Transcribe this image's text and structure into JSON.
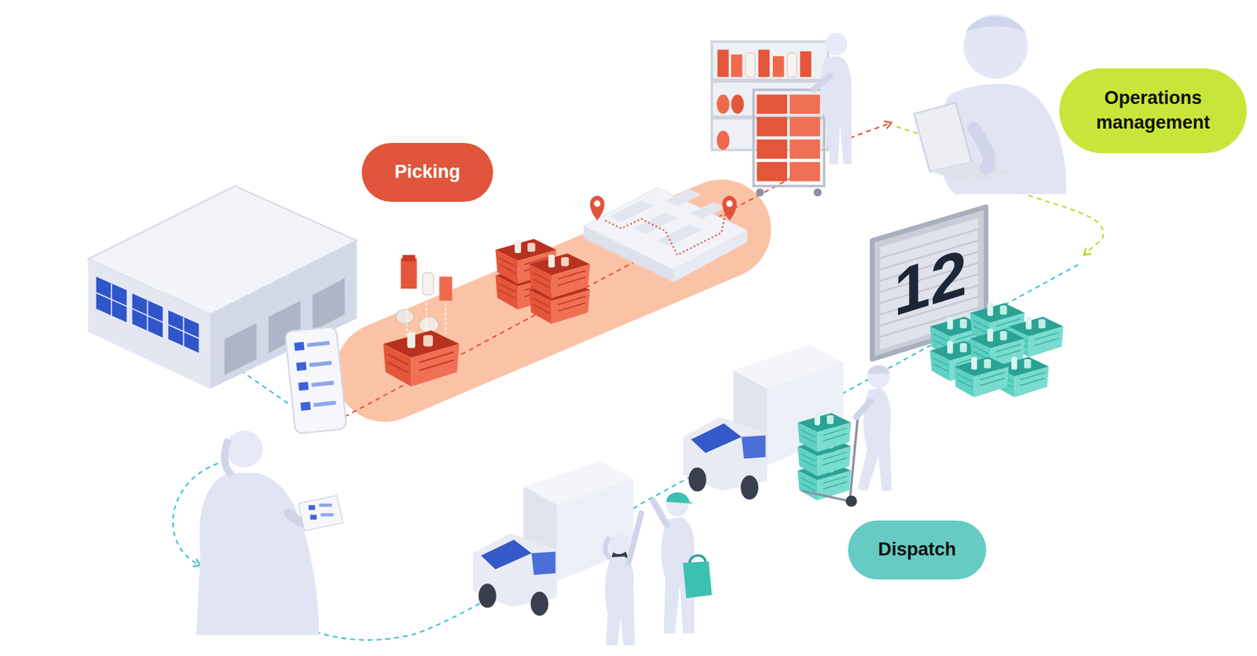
{
  "diagram": {
    "nodes": [
      {
        "text": [
          "Picking"
        ]
      },
      {
        "text": [
          "Operations management"
        ]
      },
      {
        "text": [
          "Dispatch"
        ]
      }
    ],
    "labels": [
      "12"
    ]
  }
}
